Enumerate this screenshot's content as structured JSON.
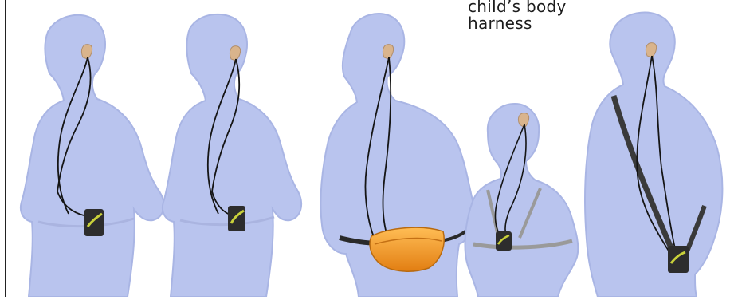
{
  "annotation": {
    "label": "child’s body\nharness"
  },
  "illustration": {
    "figures": [
      {
        "id": "adult-1",
        "wear_style": "belt-clip"
      },
      {
        "id": "adult-2",
        "wear_style": "belt-clip"
      },
      {
        "id": "adult-3",
        "wear_style": "waist-pouch"
      },
      {
        "id": "child",
        "wear_style": "body-harness"
      },
      {
        "id": "adult-4",
        "wear_style": "shoulder-strap"
      }
    ],
    "colors": {
      "silhouette": "#b9c4ee",
      "silhouette_edge": "#a9b5e4",
      "cable": "#151515",
      "device": "#2d2d2d",
      "device_stripe": "#c9d13a",
      "pouch": "#f29a2c",
      "harness": "#9a9a9a",
      "strap": "#3a3a3a",
      "ear_piece": "#d9b48c"
    }
  }
}
